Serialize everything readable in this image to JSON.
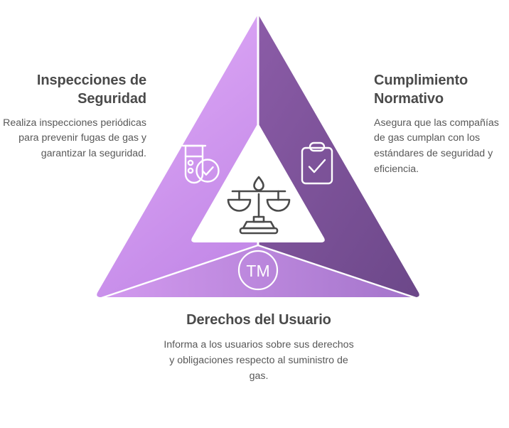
{
  "diagram": {
    "type": "triangle-infographic",
    "center_icon": "balance-scales-icon",
    "colors": {
      "panel_left_start": "#e3aef9",
      "panel_left_end": "#c48ae8",
      "panel_right_start": "#8a5ba6",
      "panel_right_end": "#6f4a8c",
      "panel_bottom_start": "#d49bf0",
      "panel_bottom_end": "#a273c9",
      "divider": "#ffffff",
      "icon_stroke": "#ffffff",
      "center_icon_stroke": "#4a4a4a",
      "title_text": "#4a4a4a",
      "body_text": "#585858",
      "background": "#ffffff"
    },
    "tm_label": "TM"
  },
  "sections": [
    {
      "id": "inspecciones",
      "icon": "gas-test-tube-check-icon",
      "title": "Inspecciones de Seguridad",
      "body": "Realiza inspecciones periódicas para prevenir fugas de gas y garantizar la seguridad.",
      "align": "right"
    },
    {
      "id": "cumplimiento",
      "icon": "clipboard-check-icon",
      "title": "Cumplimiento Normativo",
      "body": "Asegura que las compañías de gas cumplan con los estándares de seguridad y eficiencia.",
      "align": "left"
    },
    {
      "id": "derechos",
      "icon": "tm-circle-icon",
      "title": "Derechos del Usuario",
      "body": "Informa a los usuarios sobre sus derechos y obligaciones respecto al suministro de gas.",
      "align": "center"
    }
  ]
}
